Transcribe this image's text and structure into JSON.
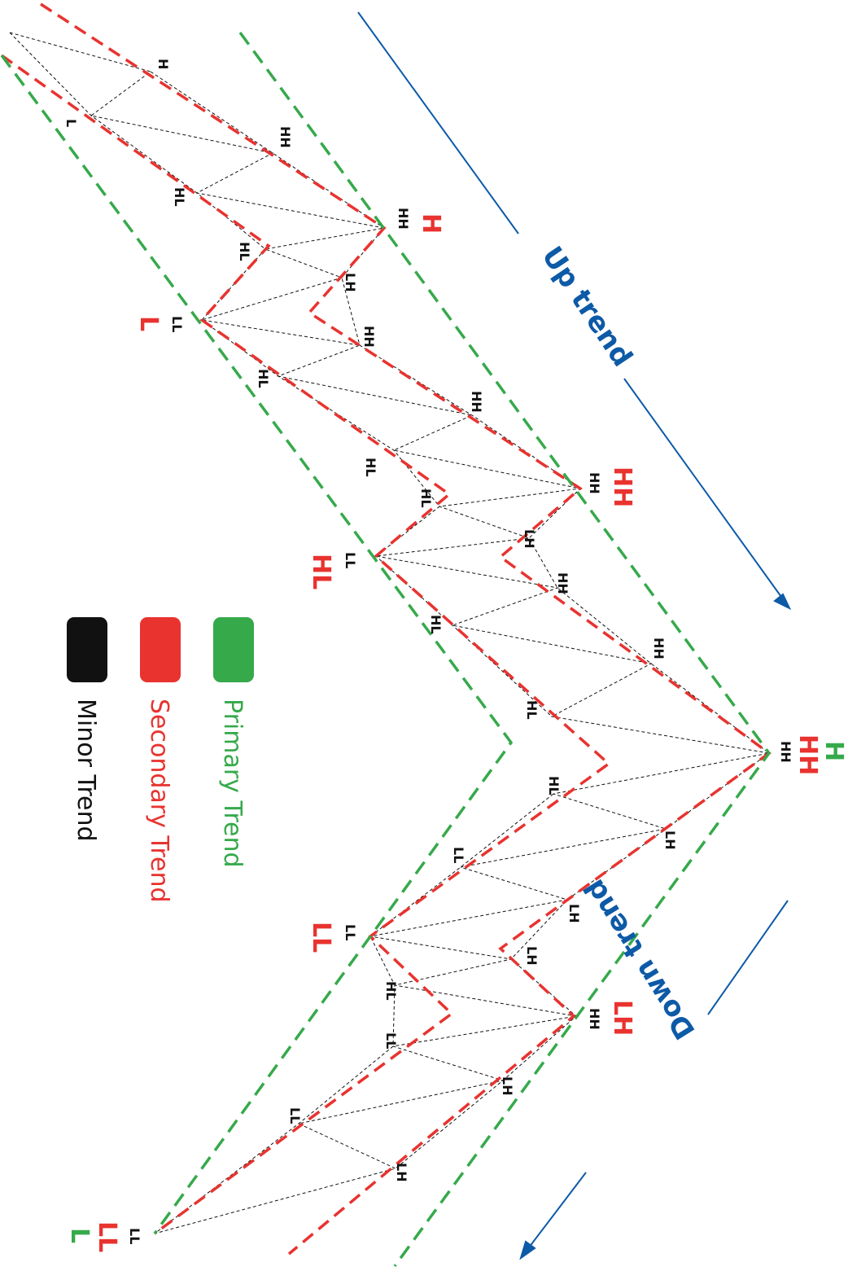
{
  "colors": {
    "minor": "#111111",
    "secondary": "#e8332f",
    "primary": "#36a94b",
    "trend_arrow": "#0d5aa7"
  },
  "legend": {
    "minor": "Minor Trend",
    "secondary": "Secondary Trend",
    "primary": "Primary Trend"
  },
  "trends": {
    "up": "Up trend",
    "down": "Down trend"
  },
  "minor_labels": [
    {
      "id": "m1",
      "text": "H"
    },
    {
      "id": "m2",
      "text": "L"
    },
    {
      "id": "m3",
      "text": "HH"
    },
    {
      "id": "m4",
      "text": "HL"
    },
    {
      "id": "m5",
      "text": "HH"
    },
    {
      "id": "m6",
      "text": "HL"
    },
    {
      "id": "m7",
      "text": "LH"
    },
    {
      "id": "m8",
      "text": "LL"
    },
    {
      "id": "m9",
      "text": "HH"
    },
    {
      "id": "m10",
      "text": "HL"
    },
    {
      "id": "m11",
      "text": "HH"
    },
    {
      "id": "m12",
      "text": "HL"
    },
    {
      "id": "m13",
      "text": "HH"
    },
    {
      "id": "m14",
      "text": "HL"
    },
    {
      "id": "m15",
      "text": "LH"
    },
    {
      "id": "m16",
      "text": "LL"
    },
    {
      "id": "m17",
      "text": "HH"
    },
    {
      "id": "m18",
      "text": "HL"
    },
    {
      "id": "m19",
      "text": "HH"
    },
    {
      "id": "m20",
      "text": "HL"
    },
    {
      "id": "m21",
      "text": "HH"
    },
    {
      "id": "m22",
      "text": "HL"
    },
    {
      "id": "m23",
      "text": "LH"
    },
    {
      "id": "m24",
      "text": "LL"
    },
    {
      "id": "m25",
      "text": "LH"
    },
    {
      "id": "m26",
      "text": "LL"
    },
    {
      "id": "m27",
      "text": "LH"
    },
    {
      "id": "m28",
      "text": "HL"
    },
    {
      "id": "m29",
      "text": "HH"
    },
    {
      "id": "m30",
      "text": "LL"
    },
    {
      "id": "m31",
      "text": "LH"
    },
    {
      "id": "m32",
      "text": "LL"
    },
    {
      "id": "m33",
      "text": "LH"
    },
    {
      "id": "m34",
      "text": "LL"
    }
  ],
  "secondary_labels": [
    {
      "id": "s1",
      "text": "H"
    },
    {
      "id": "s2",
      "text": "L"
    },
    {
      "id": "s3",
      "text": "HH"
    },
    {
      "id": "s4",
      "text": "HL"
    },
    {
      "id": "s5",
      "text": "HH"
    },
    {
      "id": "s6",
      "text": "LL"
    },
    {
      "id": "s7",
      "text": "LH"
    },
    {
      "id": "s8",
      "text": "LL"
    }
  ],
  "primary_labels": [
    {
      "id": "p1",
      "text": "H"
    },
    {
      "id": "p2",
      "text": "L"
    }
  ]
}
